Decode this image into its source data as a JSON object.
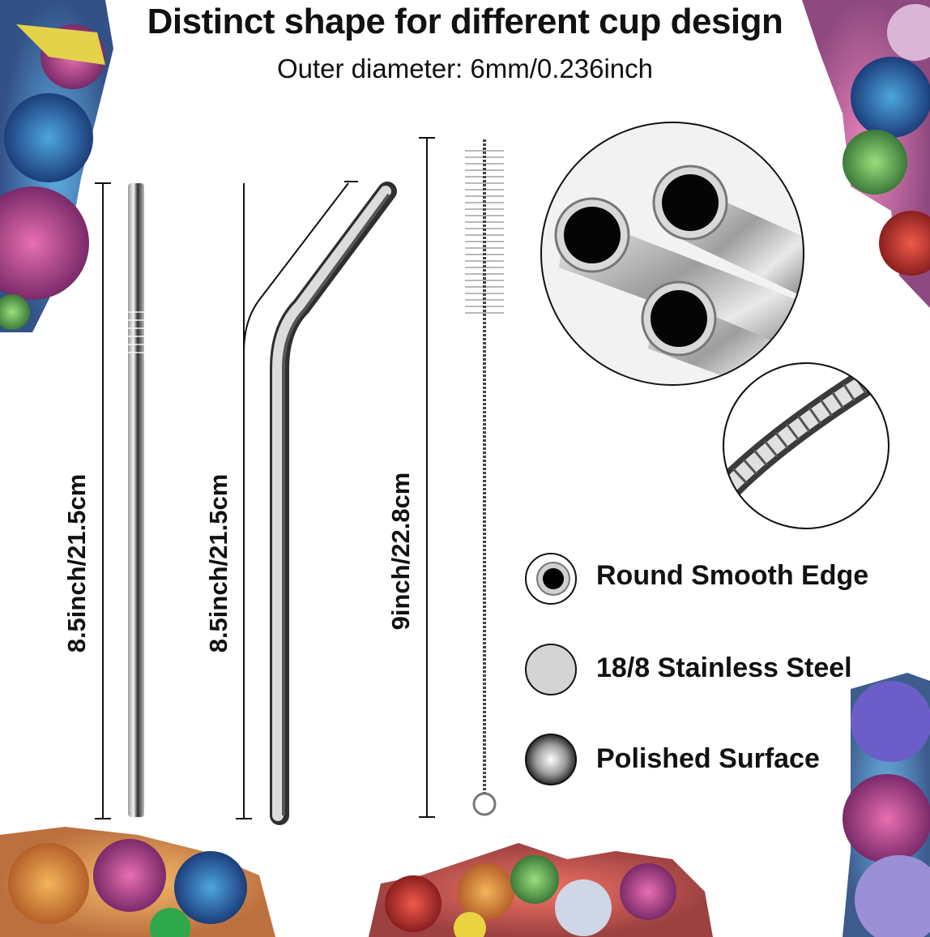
{
  "header": {
    "title": "Distinct shape for different cup design",
    "subtitle": "Outer diameter: 6mm/0.236inch"
  },
  "dimensions": {
    "straight": "8.5inch/21.5cm",
    "bent": "8.5inch/21.5cm",
    "brush": "9inch/22.8cm"
  },
  "features": [
    {
      "label": "Round Smooth Edge",
      "icon": "round-edge-icon"
    },
    {
      "label": "18/8 Stainless Steel",
      "icon": "steel-disc-icon"
    },
    {
      "label": "Polished Surface",
      "icon": "polished-disc-icon"
    }
  ],
  "colors": {
    "text": "#111111",
    "steel": "#c8c8c8",
    "steel_dark": "#3a3a3a"
  }
}
